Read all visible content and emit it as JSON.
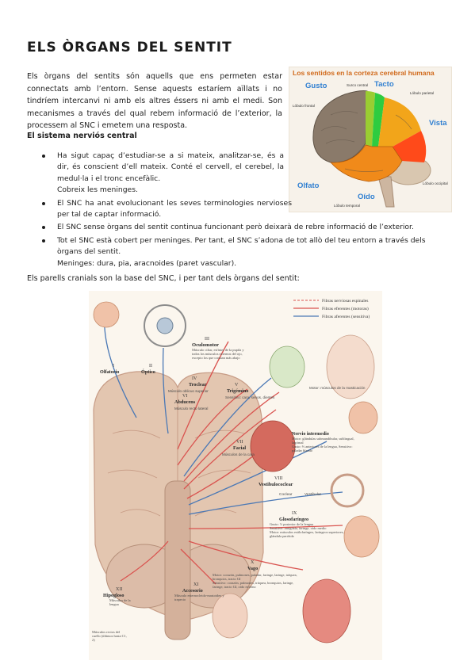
{
  "page": {
    "title": "ELS ÒRGANS DEL SENTIT",
    "intro_paragraph": "Els òrgans del sentits són aquells que ens permeten estar connectats amb l’entorn. Sense aquests estaríem aïllats i no tindríem intercanvi ni amb els altres éssers ni amb el medi. Son mecanismes a través del qual rebem informació de l’exterior, la processem al SNC i emetem una resposta.",
    "section_heading": "El sistema nerviós central",
    "bullets": [
      {
        "text": "Ha sigut capaç d’estudiar-se a si mateix, analitzar-se, és a dir, és conscient d’ell mateix. Conté el cervell, el cerebel, la medul·la i el tronc encefàlic.",
        "sub": "Cobreix les meninges."
      },
      {
        "text": "El SNC ha anat evolucionant les seves terminologies nervioses per tal de captar informació.",
        "sub": ""
      },
      {
        "text": "El SNC sense òrgans del sentit continua funcionant però deixarà de rebre informació de l’exterior.",
        "sub": ""
      },
      {
        "text": "Tot el SNC està cobert per meninges. Per tant, el SNC s’adona de tot allò del teu entorn a través dels òrgans del sentit.",
        "sub": "Meninges: dura, pia, aracnoides (paret vascular)."
      }
    ],
    "cranial_intro": "Els parells cranials son la base del SNC, i per tant dels òrgans del sentit:"
  },
  "brain_figure": {
    "title": "Los sentidos en la corteza cerebral humana",
    "labels": {
      "gusto": "Gusto",
      "tacto": "Tacto",
      "vista": "Vista",
      "olfato": "Olfato",
      "oido": "Oído",
      "surco_central": "Surco central",
      "lobulo_frontal": "Lóbulo frontal",
      "lobulo_parietal": "Lóbulo parietal",
      "lobulo_occipital": "Lóbulo occipital",
      "lobulo_temporal": "Lóbulo temporal"
    },
    "colors": {
      "frontal": "#8a7a6a",
      "motor": "#9acd32",
      "somatosensory": "#2ecc40",
      "parietal": "#f2a51a",
      "occipital": "#ff4a1a",
      "temporal": "#f08a1a",
      "cerebellum": "#d9c7b0",
      "title": "#d16a1c",
      "label_blue": "#2f7fd1"
    }
  },
  "nerve_figure": {
    "legend": {
      "motor_fibers": "Fibras nerviosas espinales",
      "efferent": "Fibras eferentes (motoras)",
      "afferent": "Fibras aferentes (sensitiva)"
    },
    "nerves": {
      "I_num": "I",
      "I": "Olfatorio",
      "II_num": "II",
      "II": "Óptico",
      "III_num": "III",
      "III": "Oculomotor",
      "III_desc": "Músculo ciliar, esfínter de la pupila y todos los músculos externos del ojo, excepto los que constan más abajo",
      "IV_num": "IV",
      "IV": "Troclear",
      "IV_desc": "Músculo oblicuo superior",
      "V_num": "V",
      "V": "Trigémino",
      "V_desc": "Sensitivo: cara, senos, dientes",
      "V_motor": "Motor: músculos de la masticación",
      "VI_num": "VI",
      "VI": "Abducens",
      "VI_desc": "Músculo recto lateral",
      "VII_num": "VII",
      "VII": "Facial",
      "VII_desc": "Músculos de la cara",
      "int": "Nervio intermedio",
      "int_desc": "Motor: glándulas submandibular, sublingual, lagrimal",
      "int_taste": "Gusto: ⅔ anteriores de la lengua, Sensitivo: paladar blando",
      "VIII_num": "VIII",
      "VIII": "Vestibulococlear",
      "coclear": "Coclear",
      "vestibular": "Vestibular",
      "IX_num": "IX",
      "IX": "Glosofaríngeo",
      "IX_desc": "Gusto: ⅓ posterior de la lengua",
      "IX_desc2": "Sensitivo: amígdala, faringe, oído medio",
      "IX_desc3": "Motor: músculos estilofaríngeo, laríngeos superiores, glándula parótida",
      "X_num": "X",
      "X": "Vago",
      "X_desc": "Motor: corazón, pulmones, paladar, faringe, laringe, tráquea, bronquios, tracto GI",
      "X_desc2": "Sensitivo: corazón, pulmones, tráquea, bronquios, laringe, faringe, tracto GI, oído externo",
      "XI_num": "XI",
      "XI": "Accesorio",
      "XI_desc": "Músculo esternocleido-mastoideo y trapecio",
      "XII_num": "XII",
      "XII": "Hipogloso",
      "XII_desc": "Músculos de la lengua",
      "cervical": "Músculos rectos del cuello (últimos hasta C1, 2)"
    },
    "colors": {
      "motor_line": "#d9534f",
      "sensory_line": "#4a78b5",
      "brain": "#e3c6b0",
      "brain_dark": "#c79c86"
    }
  }
}
